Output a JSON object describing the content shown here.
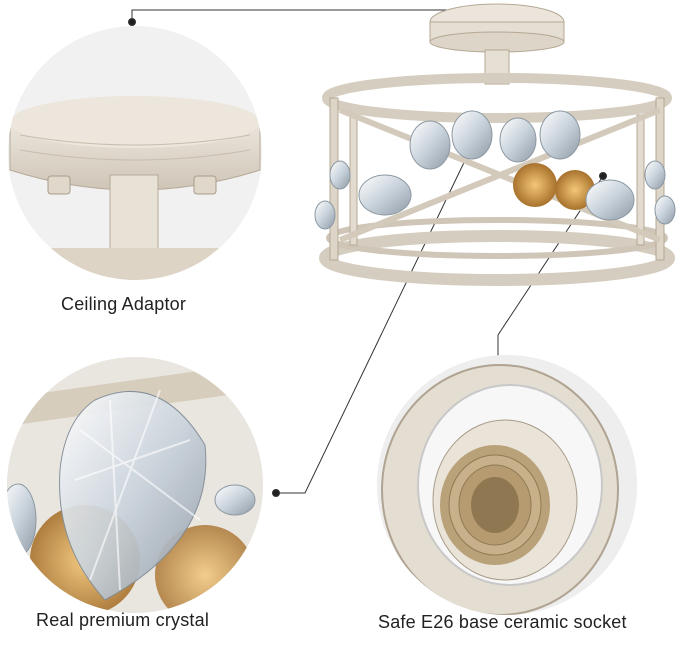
{
  "captions": {
    "ceiling_adaptor": "Ceiling Adaptor",
    "crystal": "Real premium crystal",
    "socket": "Safe E26 base ceramic socket"
  },
  "colors": {
    "background": "#ffffff",
    "distressed_white": "#ece7df",
    "wood_grain": "#b7aa98",
    "leader_line": "#333333",
    "amber_bulb": "#c8903f"
  },
  "product": "semi-flush drum ceiling light with crystal drops"
}
